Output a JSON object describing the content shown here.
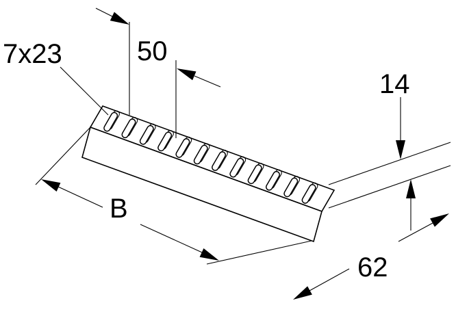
{
  "drawing": {
    "type": "technical-dimension-drawing",
    "labels": {
      "slot_size": "7x23",
      "slot_spacing": "50",
      "height": "14",
      "length": "B",
      "width": "62"
    },
    "slot_count": 12,
    "colors": {
      "line": "#000000",
      "background": "#ffffff"
    }
  }
}
